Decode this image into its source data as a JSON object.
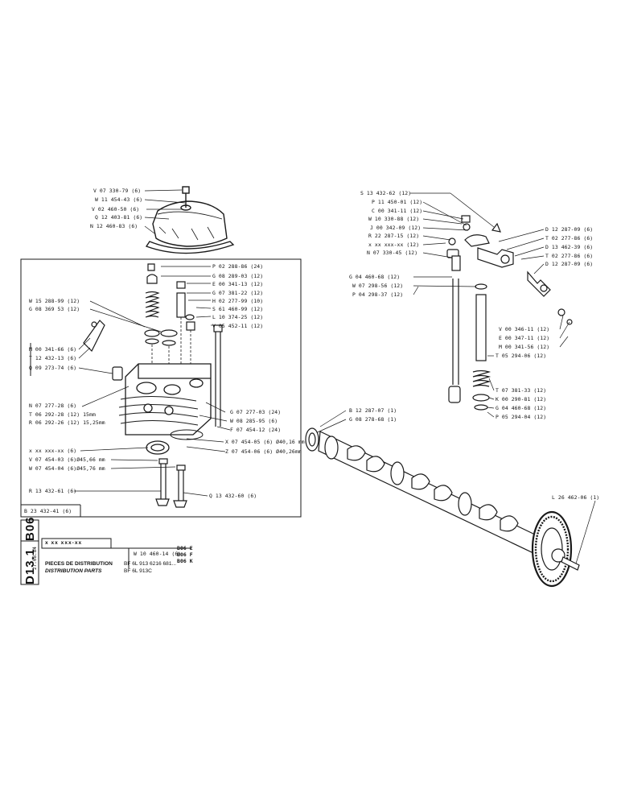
{
  "labels": {
    "v07330": "V 07 330-79 (6)",
    "w11454": "W 11 454-43 (6)",
    "v02460": "V 02 460-50 (6)",
    "q12403": "Q 12 403-81 (6)",
    "n12460": "N 12 460-83 (6)",
    "p02288": "P 02 288-86 (24)",
    "g08289": "G 08 289-03 (12)",
    "e00341a": "E 00 341-13 (12)",
    "g07381a": "G 07 381-22 (12)",
    "h02277": "H 02 277-99 (10)",
    "s61460": "S 61 460-99 (12)",
    "l10374": "L 10 374-25 (12)",
    "v05452": "V 05 452-11 (12)",
    "w15288": "W 15 288-99 (12)",
    "g08369": "G 08 369  53 (12)",
    "m00341a": "M 00 341-66 (6)",
    "t12432": "T 12 432-13 (6)",
    "q09273": "Q 09 273-74 (6)",
    "n07277": "N 07 277-28 (6)",
    "t06292": "T 06 292-28 (12)  15mm",
    "r06292": "R 06 292-26 (12)  15,25mm",
    "g07277": "G 07 277-03 (24)",
    "w08285": "W 08 285-95 (6)",
    "f07454": "F 07 454-12 (24)",
    "xxx": "x xx xxx-xx (6)",
    "x07454": "X 07 454-05 (6) Ø40,16 mm",
    "z07454": "Z 07 454-06 (6) Ø40,26mm",
    "v07454": "V 07 454-03 (6)Ø45,66 mm",
    "w07454": "W 07 454-04 (6)Ø45,76 mm",
    "r13432": "R 13 432-61 (6)",
    "q13432": "Q 13 432-60 (6)",
    "b23432": "B 23 432-41 (6)",
    "s13432": "S 13 432-62 (12)",
    "p11450": "P 11 450-01 (12)",
    "c00341": "C 00 341-11 (12)",
    "w10330": "W 10 330-88 (12)",
    "j00342": "J 00 342-09 (12)",
    "r22287": "R 22 287-15 (12)",
    "xxx2": "x xx xxx-xx (12)",
    "n07330": "N 07 330-45 (12)",
    "d12287a": "D 12 287-09 (6)",
    "t02277a": "T 02 277-86 (6)",
    "d13462": "D 13 462-39 (6)",
    "t02277b": "T 02 277-86 (6)",
    "d12287b": "D 12 287-09 (6)",
    "g04460a": "G 04 460-68 (12)",
    "w07298": "W 07 298-56 (12)",
    "p04298": "P 04 298-37 (12)",
    "v00346": "V 00 346-11 (12)",
    "e00347": "E 00 347-11 (12)",
    "m00341b": "M 00 341-56 (12)",
    "t05294": "T 05 294-06 (12)",
    "t07381": "T 07 381-33 (12)",
    "k00290": "K 00 290-81 (12)",
    "g04460b": "G 04 460-68 (12)",
    "p05294": "P 05 294-04 (12)",
    "b12287": "B 12 287-07 (1)",
    "g08278": "G 08 278-68 (1)",
    "l26462": "L 26 462-06 (1)"
  },
  "titleblock": {
    "section_code": "B06",
    "page_code": "D13.1",
    "date": "27.08.84",
    "ref_box": "x  xx  xxx-xx",
    "w10460": "W 10 460-14 (6)",
    "variant_e": "B06  E",
    "variant_f": "B06  F",
    "variant_k": "B06  K",
    "title_fr": "PIECES DE DISTRIBUTION",
    "title_en": "DISTRIBUTION PARTS",
    "model_1": "BF 6L  913 6216 681...",
    "model_2": "BF 6L  913C"
  }
}
